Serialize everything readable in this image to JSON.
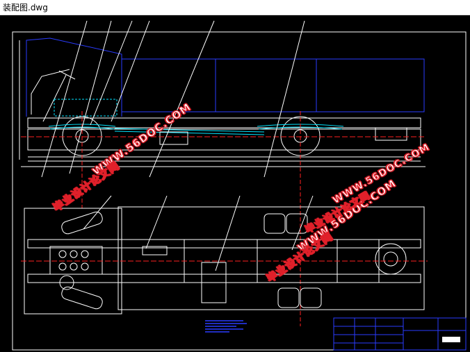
{
  "window": {
    "title": "装配图.dwg"
  },
  "watermarks": [
    {
      "text": "WWW.56DOC.COM"
    },
    {
      "text": "毕业设计论文网"
    },
    {
      "text": "WWW.56DOC.COM"
    },
    {
      "text": "毕业设计论文网"
    },
    {
      "text": "WWW.56DOC.COM"
    },
    {
      "text": "毕业设计论文网"
    }
  ],
  "colors": {
    "canvas_bg": "#000000",
    "outline": "#ffffff",
    "cyan": "#00e5ff",
    "blue": "#2a3cff",
    "red": "#ff2020",
    "watermark_red": "#e0202a"
  }
}
